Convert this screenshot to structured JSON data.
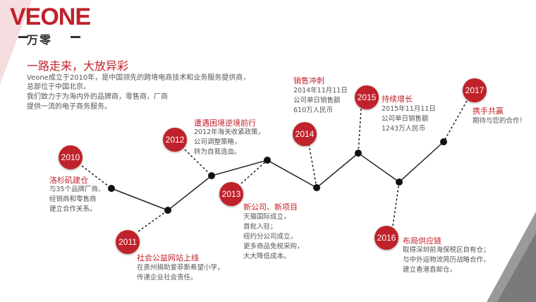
{
  "logo": {
    "brand": "VEONE",
    "sub": "万零"
  },
  "heading": "一路走来，大放异彩",
  "intro": [
    "Veone成立于2010年，是中国领先的跨境电商技术和业务服务提供商，",
    "总部位于中国北京。",
    "我们致力于为海内外的品牌商，零售商，厂商",
    "提供一流的电子商务服务。"
  ],
  "events": [
    {
      "year": "2010",
      "title": "洛杉矶建仓",
      "lines": [
        "与35个品牌厂商、",
        "经销商和零售商",
        "建立合作关系。"
      ]
    },
    {
      "year": "2011",
      "title": "社会公益网站上线",
      "lines": [
        "在贵州捐助爱菲斯希望小学，",
        "传递企业社会责任。"
      ]
    },
    {
      "year": "2012",
      "title": "遭遇困境逆境前行",
      "lines": [
        "2012年海关收紧政策，",
        "公司调整策略，",
        "转为自我造血。"
      ]
    },
    {
      "year": "2013",
      "title": "新公司、新项目",
      "lines": [
        "天猫国际成立，",
        "首批入驻；",
        "纽约分公司成立，",
        "更多商品免税采购，",
        "大大降低成本。"
      ]
    },
    {
      "year": "2014",
      "title": "销售冲刺",
      "lines": [
        "2014年11月11日",
        "公司单日销售额",
        "610万人民币"
      ]
    },
    {
      "year": "2015",
      "title": "持续增长",
      "lines": [
        "2015年11月11日",
        "公司单日销售额",
        "1243万人民币"
      ]
    },
    {
      "year": "2016",
      "title": "布局供应链",
      "lines": [
        "取得深圳前海保税区自有仓；",
        "与中外运物流简历战略合作，",
        "建立香港直邮仓。"
      ]
    },
    {
      "year": "2017",
      "title": "携手共赢",
      "lines": [
        "期待与您的合作！"
      ]
    }
  ],
  "colors": {
    "accent": "#c0222b",
    "text": "#555555",
    "line": "#222222"
  }
}
